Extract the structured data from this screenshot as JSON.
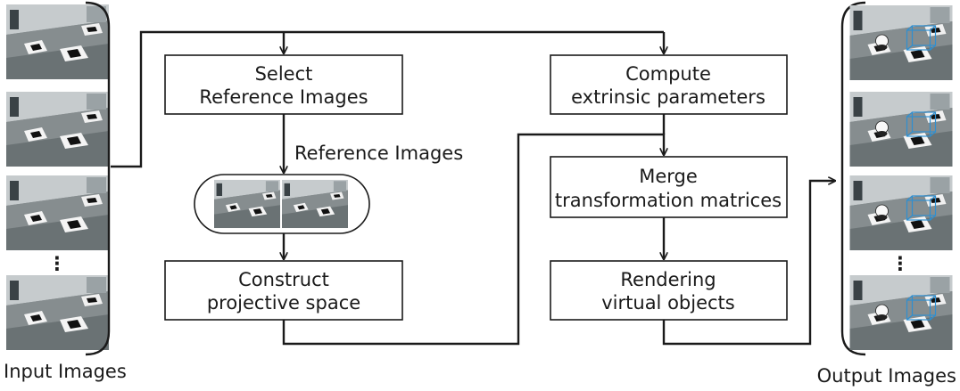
{
  "input_label": "Input Images",
  "output_label": "Output Images",
  "reference_images_label": "Reference Images",
  "ellipsis": "⋮",
  "boxes": {
    "select_reference": [
      "Select",
      "Reference Images"
    ],
    "construct_space": [
      "Construct",
      "projective space"
    ],
    "compute_extrinsic": [
      "Compute",
      "extrinsic parameters"
    ],
    "merge_matrices": [
      "Merge",
      "transformation matrices"
    ],
    "rendering": [
      "Rendering",
      "virtual objects"
    ]
  },
  "thumbnails": {
    "input_count_shown": 4,
    "output_count_shown": 4,
    "reference_count_shown": 2
  },
  "colors": {
    "line": "#1a1a1a",
    "box_fill": "#ffffff",
    "photo_desk": "#8a9090",
    "photo_desk_dark": "#5d6466",
    "photo_wall": "#c9cdcf",
    "marker_white": "#f4f4f4",
    "marker_black": "#111111",
    "ar_wireframe": "#2f8fd0"
  }
}
